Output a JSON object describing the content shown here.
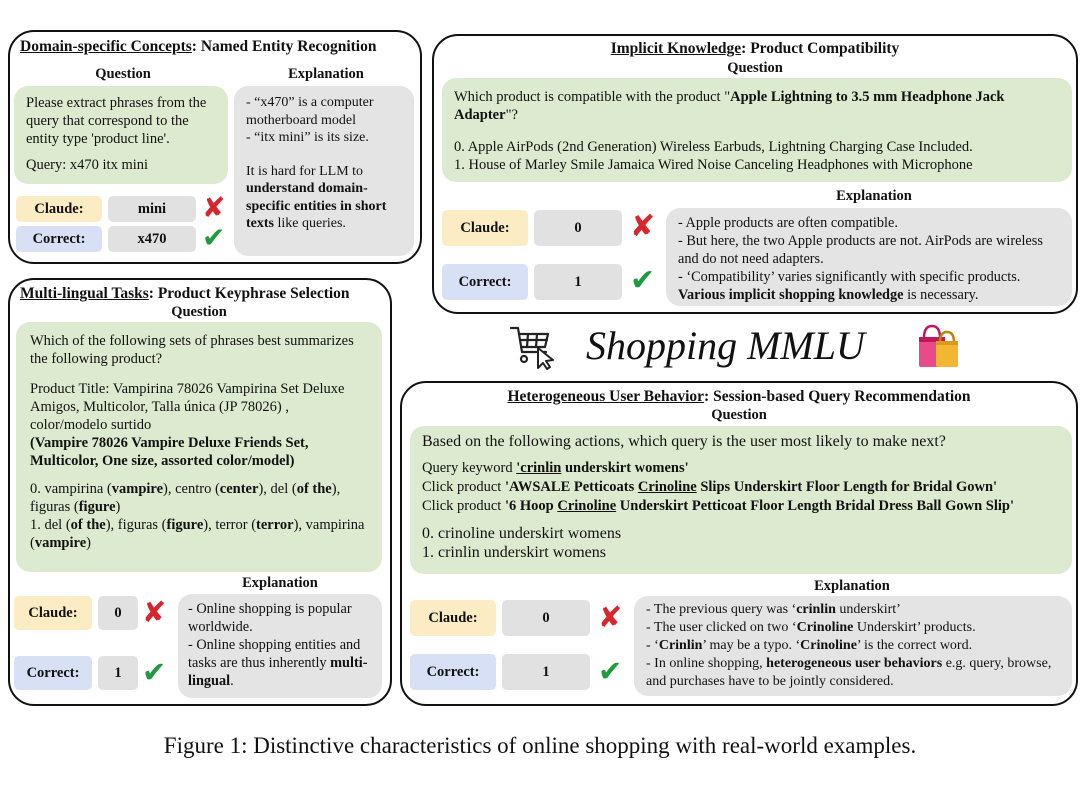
{
  "panel1": {
    "title_u": "Domain-specific Concepts",
    "title_rest": ":  Named Entity Recognition",
    "question_label": "Question",
    "explanation_label": "Explanation",
    "q_line1": "Please extract phrases from the query that correspond to the entity type 'product line'.",
    "q_line2": "Query: x470 itx mini",
    "e_line1": "- “x470” is a computer motherboard model",
    "e_line2": "- “itx mini” is its size.",
    "e_line3_a": "It is hard for LLM to ",
    "e_line3_b": "understand domain-specific entities in short texts",
    "e_line3_c": " like queries.",
    "claude_label": "Claude:",
    "claude_answer": "mini",
    "correct_label": "Correct:",
    "correct_answer": "x470"
  },
  "panel2": {
    "title_u": "Implicit Knowledge",
    "title_rest": ": Product Compatibility",
    "question_label": "Question",
    "explanation_label": "Explanation",
    "q_line1_a": "Which product is compatible with the product \"",
    "q_line1_b": "Apple Lightning to 3.5 mm Headphone Jack Adapter",
    "q_line1_c": "\"?",
    "q_opt0": "0. Apple AirPods (2nd Generation) Wireless Earbuds, Lightning Charging Case Included.",
    "q_opt1": "1. House of Marley Smile Jamaica Wired Noise Canceling Headphones with Microphone",
    "e_line1": "- Apple products are often compatible.",
    "e_line2": "- But here, the two Apple products are not.  AirPods are wireless and do not need adapters.",
    "e_line3": "- ‘Compatibility’ varies significantly with specific products.",
    "e_line4": "Various implicit shopping knowledge",
    "e_line4_rest": " is necessary.",
    "claude_label": "Claude:",
    "claude_answer": "0",
    "correct_label": "Correct:",
    "correct_answer": "1"
  },
  "panel3": {
    "title_u": "Multi-lingual Tasks",
    "title_rest": ":  Product Keyphrase Selection",
    "question_label": "Question",
    "explanation_label": "Explanation",
    "q_line1": "Which of the following sets of phrases best summarizes the following product?",
    "q_line2": "Product Title: Vampirina 78026 Vampirina Set Deluxe Amigos, Multicolor, Talla única (JP 78026) , color/modelo surtido",
    "q_line3": "(Vampire 78026 Vampire Deluxe Friends Set, Multicolor, One size, assorted color/model)",
    "q_opt0_html_parts": [
      "0. vampirina (",
      "vampire",
      "), centro (",
      "center",
      "), del (",
      "of the",
      "), figuras (",
      "figure",
      ")"
    ],
    "q_opt1_html_parts": [
      "1. del (",
      "of the",
      "), figuras (",
      "figure",
      "), terror (",
      "terror",
      "), vampirina (",
      "vampire",
      ")"
    ],
    "e_line1": "- Online shopping is popular worldwide.",
    "e_line2": "- Online shopping entities and tasks are thus inherently ",
    "e_line2_b": "multi-lingual",
    "e_line2_c": ".",
    "claude_label": "Claude:",
    "claude_answer": "0",
    "correct_label": "Correct:",
    "correct_answer": "1"
  },
  "panel4": {
    "title_u": "Heterogeneous User Behavior",
    "title_rest": ": Session-based Query Recommendation",
    "question_label": "Question",
    "explanation_label": "Explanation",
    "q_line1": "Based on the following actions, which query is the user most likely to make next?",
    "q_a1_pre": "Query keyword ",
    "q_a1_b1": "'crinlin",
    "q_a1_b2": " underskirt womens'",
    "q_a2_pre": "Click product ",
    "q_a2_b1": "'AWSALE Petticoats ",
    "q_a2_b2": "Crinoline",
    "q_a2_b3": " Slips Underskirt Floor Length for Bridal Gown'",
    "q_a3_pre": "Click product ",
    "q_a3_b1": "'6 Hoop ",
    "q_a3_b2": "Crinoline",
    "q_a3_b3": " Underskirt Petticoat Floor Length Bridal Dress Ball Gown Slip'",
    "q_opt0": "0. crinoline underskirt womens",
    "q_opt1": "1. crinlin underskirt womens",
    "e_l1_a": "- The previous query was ‘",
    "e_l1_b": "crinlin",
    "e_l1_c": " underskirt’",
    "e_l2_a": "- The user clicked on two ‘",
    "e_l2_b": "Crinoline",
    "e_l2_c": " Underskirt’ products.",
    "e_l3_a": "- ‘",
    "e_l3_b": "Crinlin",
    "e_l3_c": "’ may be a typo. ‘",
    "e_l3_d": "Crinoline",
    "e_l3_e": "’ is the correct word.",
    "e_l4_a": "- In online shopping, ",
    "e_l4_b": "heterogeneous user behaviors",
    "e_l4_c": " e.g. query, browse,  and purchases have to be jointly considered.",
    "claude_label": "Claude:",
    "claude_answer": "0",
    "correct_label": "Correct:",
    "correct_answer": "1"
  },
  "center_title": "Shopping MMLU",
  "icons": [
    "shopping-cart-cursor-icon",
    "shopping-bags-icon"
  ],
  "colors": {
    "question_bg": "#dcebd0",
    "explanation_bg": "#e4e4e4",
    "claude_bg": "#fbecc3",
    "correct_bg": "#d7e0f4",
    "wrong": "#d9252d",
    "right": "#1f9a3c",
    "bag_pink": "#e94a8a",
    "bag_gold": "#f2b632"
  },
  "caption": "Figure 1: Distinctive characteristics of online shopping with real-world examples."
}
